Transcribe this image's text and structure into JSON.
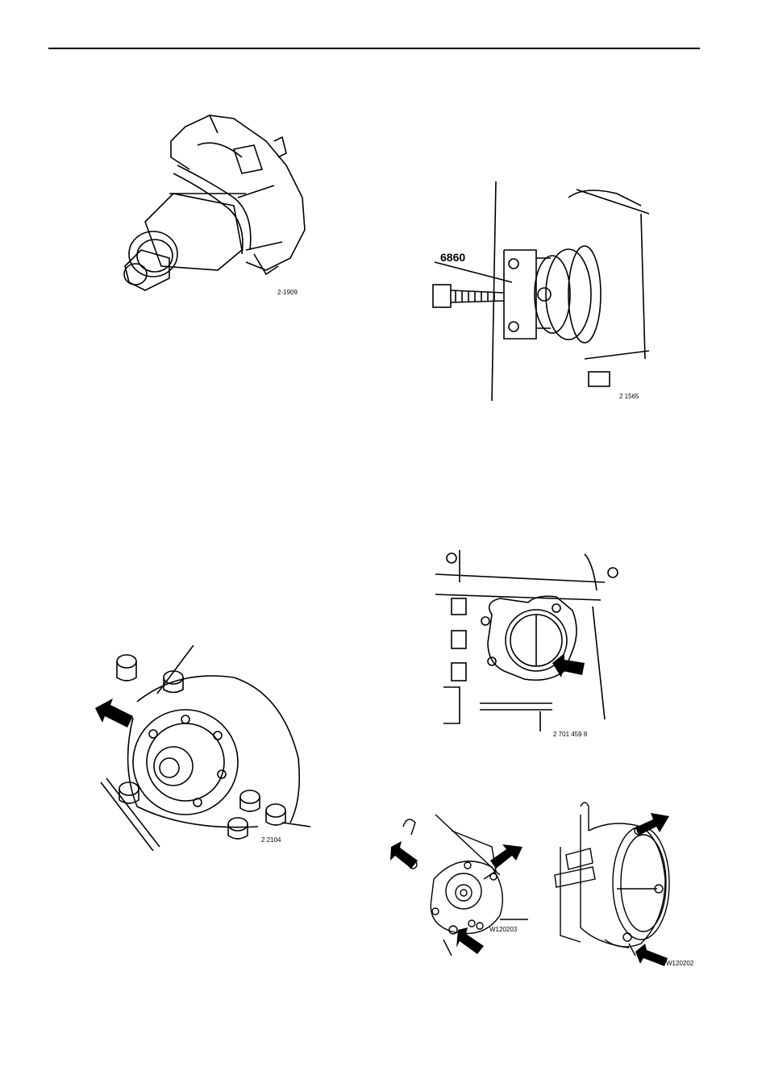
{
  "figures": {
    "pump_assembly": {
      "ref": "2-1909"
    },
    "puller_tool": {
      "ref": "2 1565",
      "tool_label": "6860"
    },
    "pump_mounted": {
      "ref": "2 2104"
    },
    "pump_opening": {
      "ref": "2 701 459 8"
    },
    "pump_bolts_left": {
      "ref": "W120203"
    },
    "pump_bolts_right": {
      "ref": "W120202"
    }
  }
}
